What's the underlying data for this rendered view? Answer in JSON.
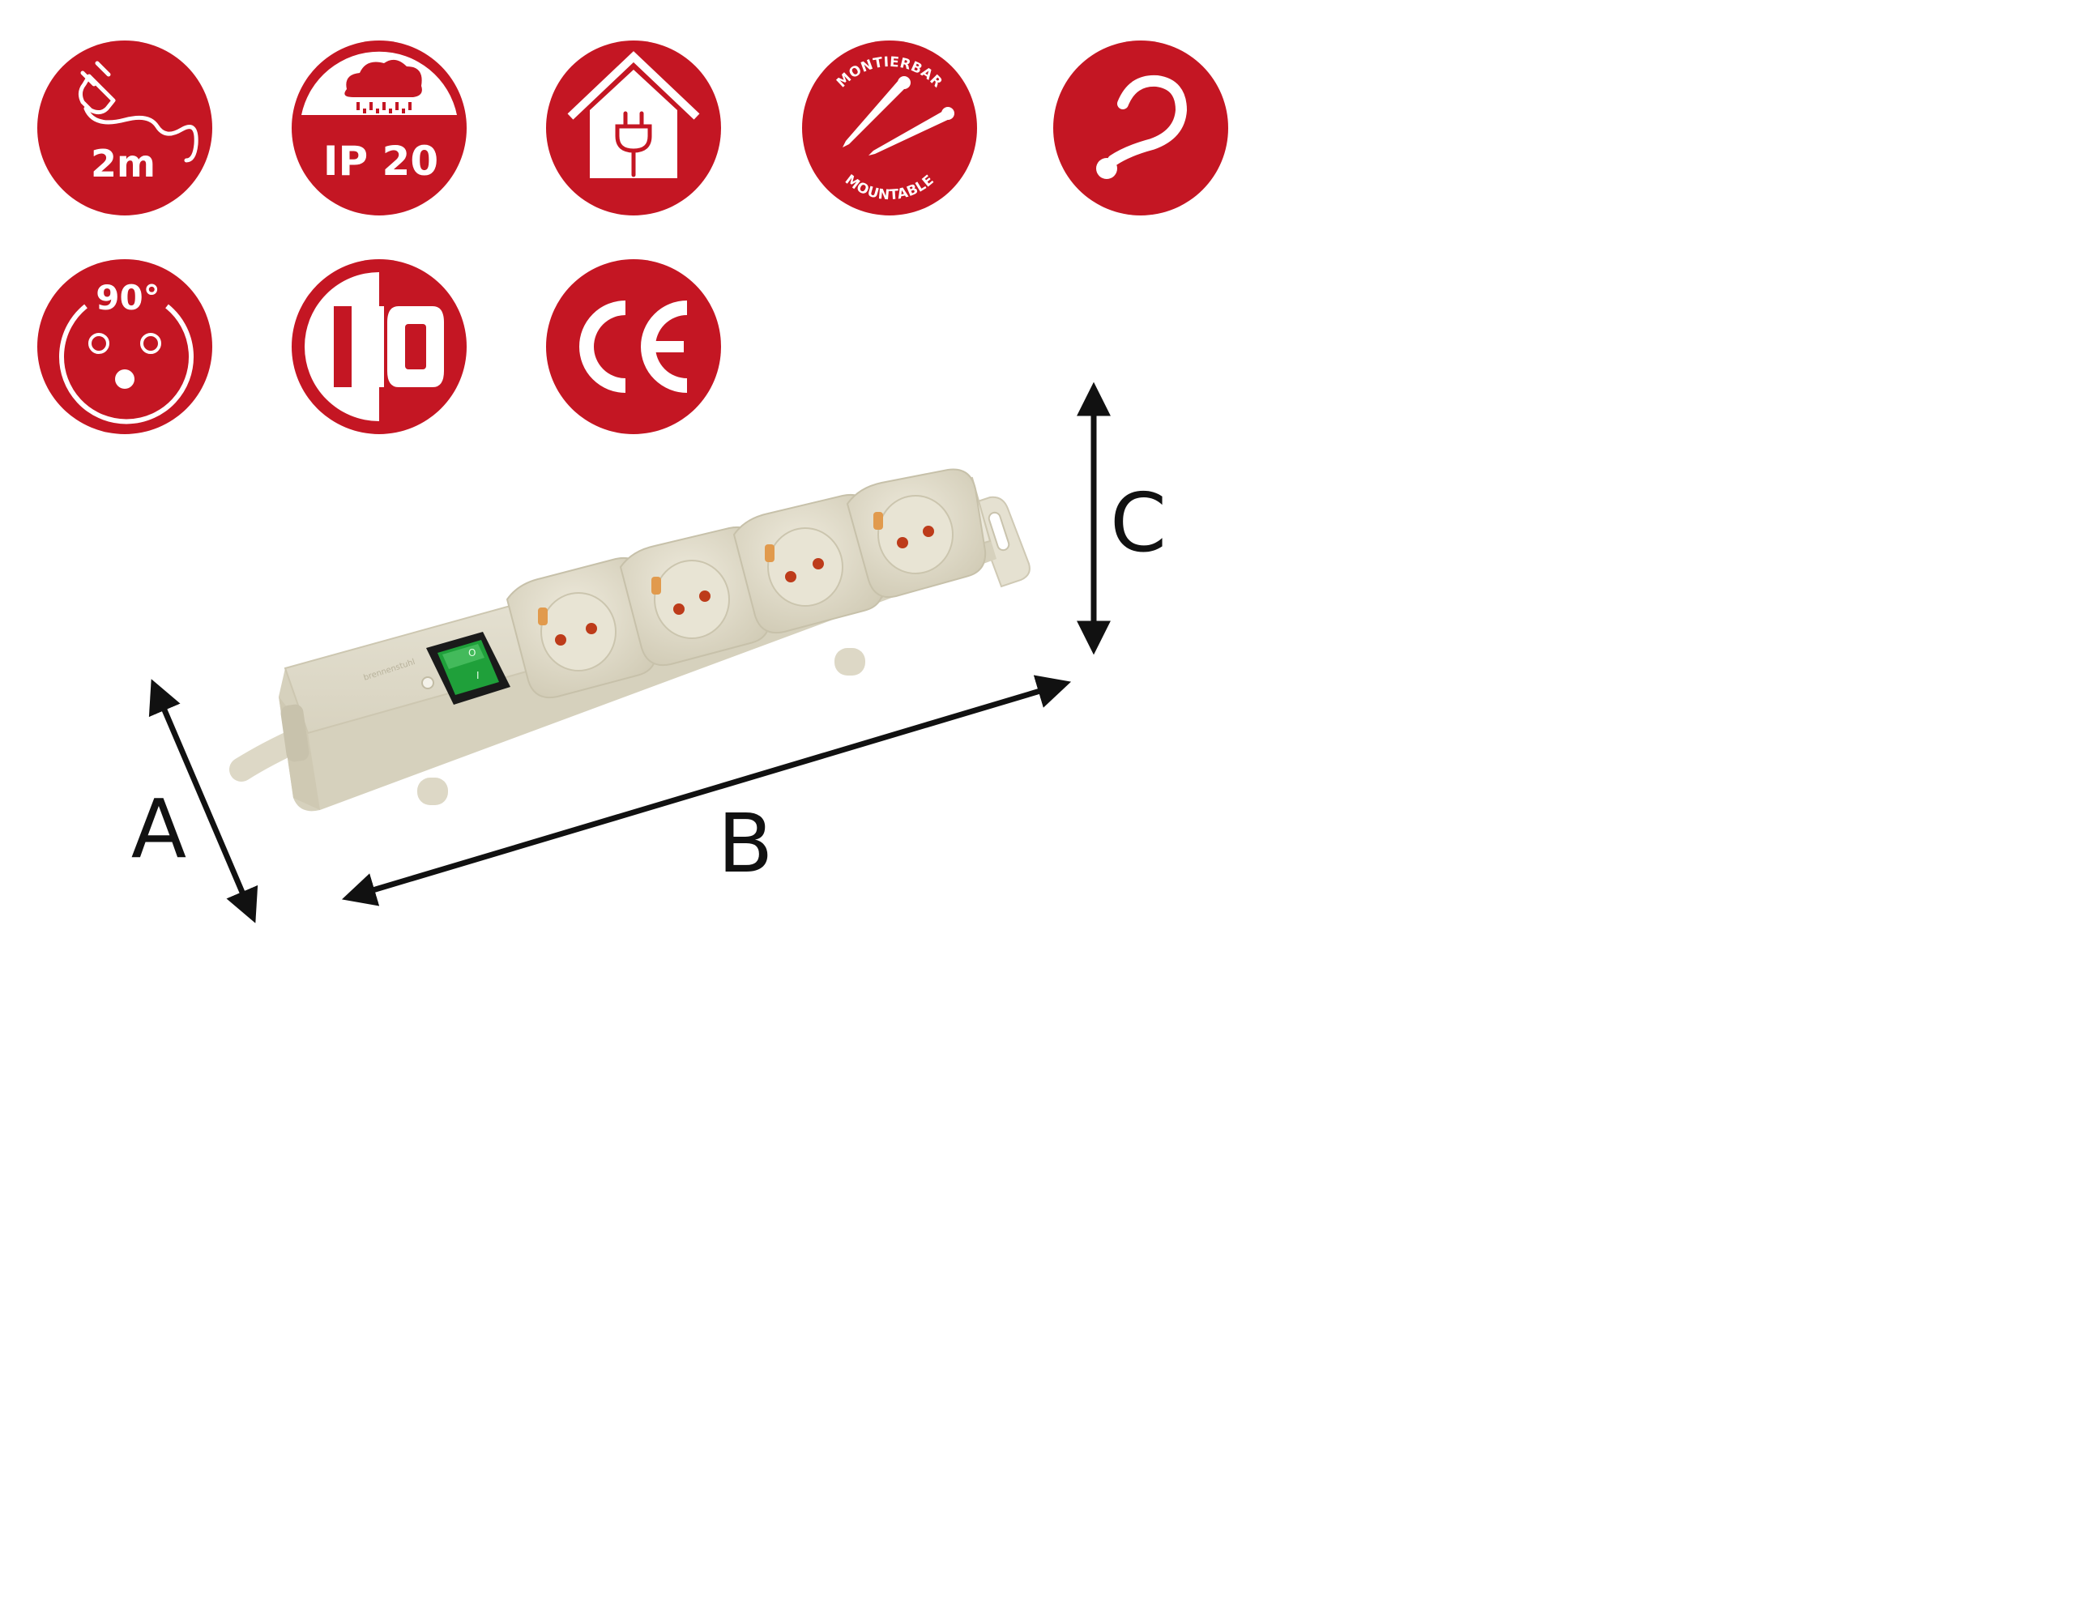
{
  "colors": {
    "badge_red": "#c41623",
    "badge_white": "#ffffff",
    "product_body": "#e9e6d6",
    "switch_green": "#1fa03a",
    "dimension_arrows": "#111111"
  },
  "badges": [
    {
      "icon": "plug-cable-icon",
      "label": "2m"
    },
    {
      "icon": "rain-cloud-icon",
      "label": "IP 20"
    },
    {
      "icon": "house-plug-icon",
      "label": ""
    },
    {
      "icon": "screws-icon",
      "top_text": "MONTIERBAR",
      "bottom_text": "MOUNTABLE"
    },
    {
      "icon": "hanging-hook-icon",
      "label": ""
    },
    {
      "icon": "socket-angle-icon",
      "label": "90°"
    },
    {
      "icon": "power-switch-icon",
      "label": "I0"
    },
    {
      "icon": "ce-mark-icon",
      "label": ""
    }
  ],
  "product": {
    "name": "power-strip-4-sockets",
    "sockets": 4,
    "switch": {
      "on_mark": "I",
      "off_mark": "O",
      "state": "on"
    }
  },
  "dimensions": {
    "depth_label": "A",
    "length_label": "B",
    "height_label": "C"
  }
}
